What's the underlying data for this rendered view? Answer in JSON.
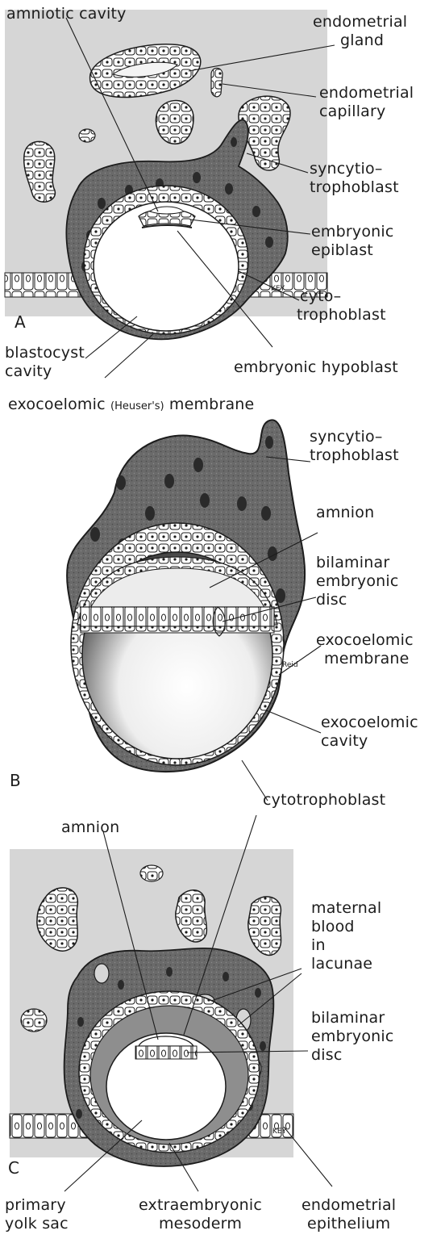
{
  "panel_a": {
    "letter": "A",
    "labels": {
      "amniotic_cavity": "amniotic cavity",
      "endometrial_gland": [
        "endometrial",
        "gland"
      ],
      "endometrial_capillary": [
        "endometrial",
        "capillary"
      ],
      "syncytiotrophoblast": [
        "syncytio–",
        "trophoblast"
      ],
      "embryonic_epiblast": [
        "embryonic",
        "epiblast"
      ],
      "cytotrophoblast": [
        "cyto–",
        "trophoblast"
      ],
      "blastocyst_cavity": [
        "blastocyst",
        "cavity"
      ],
      "embryonic_hypoblast": "embryonic hypoblast",
      "exocoelomic_membrane": [
        "exocoelomic",
        "(Heuser's)",
        "membrane"
      ]
    },
    "signature": "KEY"
  },
  "panel_b": {
    "letter": "B",
    "labels": {
      "syncytiotrophoblast": [
        "syncytio–",
        "trophoblast"
      ],
      "amnion": "amnion",
      "bilaminar_embryonic_disc": [
        "bilaminar",
        "embryonic",
        "disc"
      ],
      "exocoelomic_membrane": [
        "exocoelomic",
        "membrane"
      ],
      "exocoelomic_cavity": [
        "exocoelomic",
        "cavity"
      ],
      "cytotrophoblast": "cytotrophoblast"
    },
    "signature": "Reid"
  },
  "panel_c": {
    "letter": "C",
    "labels": {
      "amnion": "amnion",
      "maternal_blood": [
        "maternal",
        "blood",
        "in",
        "lacunae"
      ],
      "bilaminar_embryonic_disc": [
        "bilaminar",
        "embryonic",
        "disc"
      ],
      "primary_yolk_sac": [
        "primary",
        "yolk sac"
      ],
      "extraembryonic_mesoderm": [
        "extraembryonic",
        "mesoderm"
      ],
      "endometrial_epithelium": [
        "endometrial",
        "epithelium"
      ]
    },
    "signature": "KEY"
  },
  "colors": {
    "endometrium": "#d6d6d6",
    "trophoblast": "#6a6a6a",
    "nucleus": "#2a2a2a",
    "outline": "#1c1c1c"
  }
}
